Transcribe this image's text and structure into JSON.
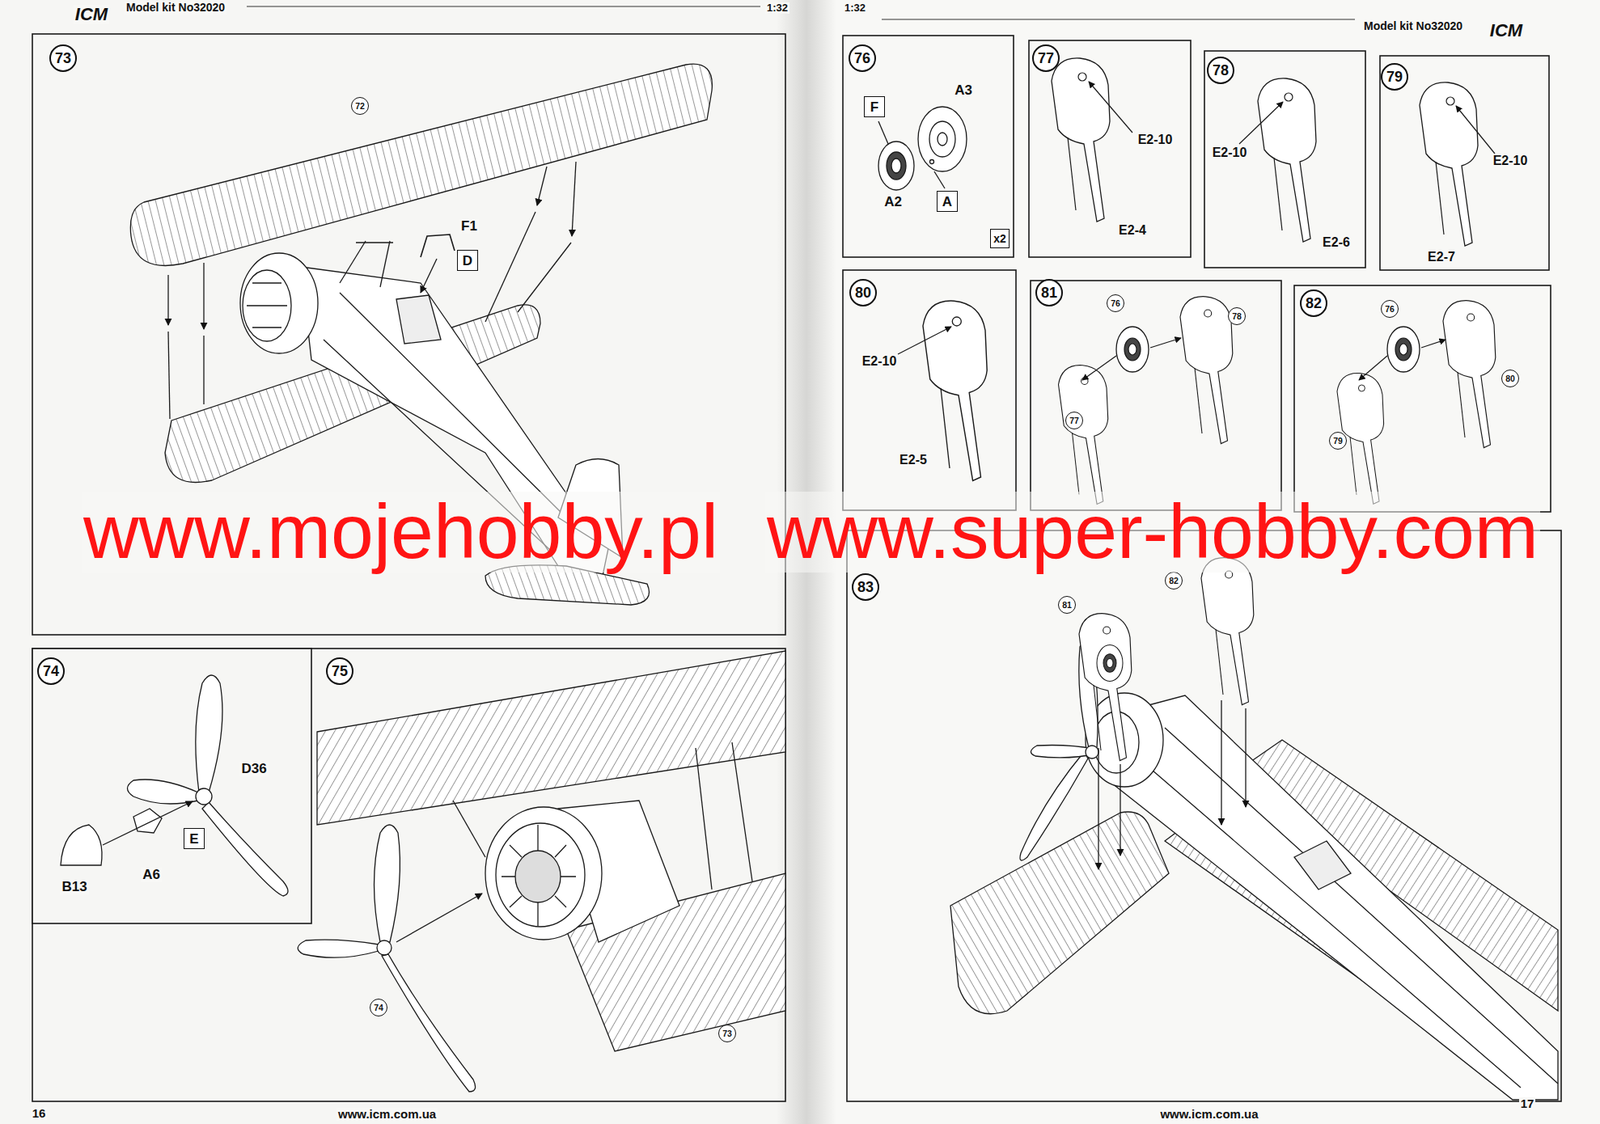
{
  "diagram": {
    "nodes": [
      {
        "text": [
          "73"
        ]
      },
      {
        "text": [
          "72"
        ]
      },
      {
        "text": [
          "D"
        ]
      },
      {
        "text": [
          "74"
        ]
      },
      {
        "text": [
          "E"
        ]
      },
      {
        "text": [
          "75"
        ]
      },
      {
        "text": [
          "74"
        ]
      },
      {
        "text": [
          "73"
        ]
      },
      {
        "text": [
          "76"
        ]
      },
      {
        "text": [
          "F"
        ]
      },
      {
        "text": [
          "A"
        ]
      },
      {
        "text": [
          "x2"
        ]
      },
      {
        "text": [
          "77"
        ]
      },
      {
        "text": [
          "78"
        ]
      },
      {
        "text": [
          "79"
        ]
      },
      {
        "text": [
          "80"
        ]
      },
      {
        "text": [
          "81"
        ]
      },
      {
        "text": [
          "76"
        ]
      },
      {
        "text": [
          "78"
        ]
      },
      {
        "text": [
          "77"
        ]
      },
      {
        "text": [
          "82"
        ]
      },
      {
        "text": [
          "76"
        ]
      },
      {
        "text": [
          "80"
        ]
      },
      {
        "text": [
          "79"
        ]
      },
      {
        "text": [
          "83"
        ]
      },
      {
        "text": [
          "81"
        ]
      },
      {
        "text": [
          "82"
        ]
      }
    ],
    "labels": [
      "ICM",
      "Model kit No32020",
      "1:32",
      "1:32",
      "Model kit No32020",
      "ICM",
      "F1",
      "A3",
      "A2",
      "E2-10",
      "E2-4",
      "E2-10",
      "E2-6",
      "E2-10",
      "E2-7",
      "E2-10",
      "E2-5",
      "www.mojehobby.pl",
      "www.super-hobby.com",
      "D36",
      "A6",
      "B13",
      "16",
      "www.icm.com.ua",
      "www.icm.com.ua",
      "17"
    ]
  }
}
